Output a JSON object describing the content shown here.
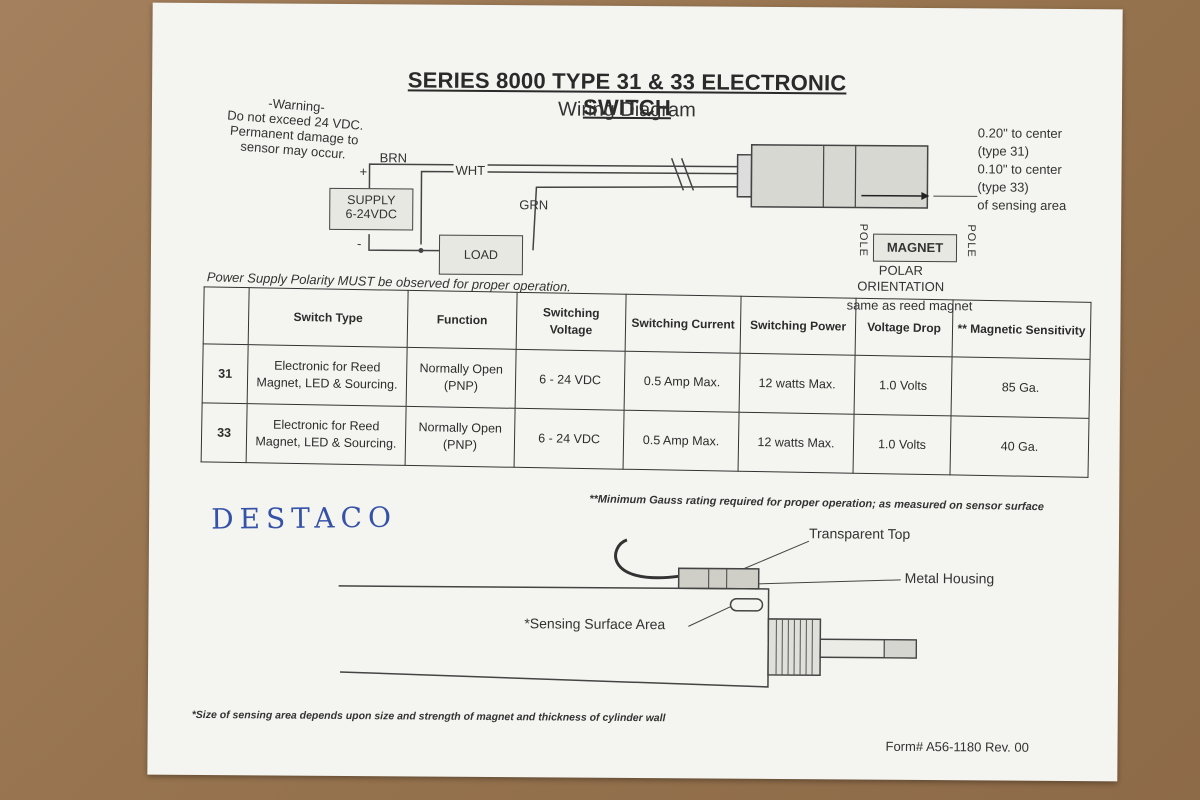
{
  "title": "SERIES 8000 TYPE 31 & 33 ELECTRONIC SWITCH",
  "subtitle": "Wiring Diagram",
  "warning": {
    "line1": "-Warning-",
    "line2": "Do not exceed 24 VDC.",
    "line3": "Permanent damage to",
    "line4": "sensor may occur."
  },
  "wiring": {
    "plus": "+",
    "minus": "-",
    "brn": "BRN",
    "wht": "WHT",
    "grn": "GRN",
    "supply_line1": "SUPPLY",
    "supply_line2": "6-24VDC",
    "load": "LOAD",
    "magnet": "MAGNET",
    "pole": "POLE",
    "polar_line1": "POLAR",
    "polar_line2": "ORIENTATION",
    "polar_line3": "same as reed magnet",
    "dist_line1": "0.20\" to center",
    "dist_line2": "(type 31)",
    "dist_line3": "0.10\" to center",
    "dist_line4": "(type 33)",
    "dist_line5": "of sensing area"
  },
  "polarity_note": "Power Supply Polarity MUST be observed for proper operation.",
  "table": {
    "headers": [
      "",
      "Switch Type",
      "Function",
      "Switching Voltage",
      "Switching Current",
      "Switching Power",
      "Voltage Drop",
      "** Magnetic Sensitivity"
    ],
    "rows": [
      [
        "31",
        "Electronic for Reed Magnet, LED & Sourcing.",
        "Normally Open (PNP)",
        "6 - 24 VDC",
        "0.5 Amp Max.",
        "12 watts Max.",
        "1.0 Volts",
        "85 Ga."
      ],
      [
        "33",
        "Electronic for Reed Magnet, LED & Sourcing.",
        "Normally Open (PNP)",
        "6 - 24 VDC",
        "0.5 Amp Max.",
        "12 watts Max.",
        "1.0 Volts",
        "40 Ga."
      ]
    ]
  },
  "gauss_note": "**Minimum Gauss rating required for proper operation; as measured on sensor surface",
  "handwriting": "DESTACO",
  "callouts": {
    "transparent_top": "Transparent Top",
    "metal_housing": "Metal Housing",
    "sensing_area": "*Sensing Surface Area"
  },
  "size_note": "*Size of sensing area depends upon size and strength of magnet and thickness of cylinder wall",
  "form": "Form#  A56-1180   Rev.  00"
}
